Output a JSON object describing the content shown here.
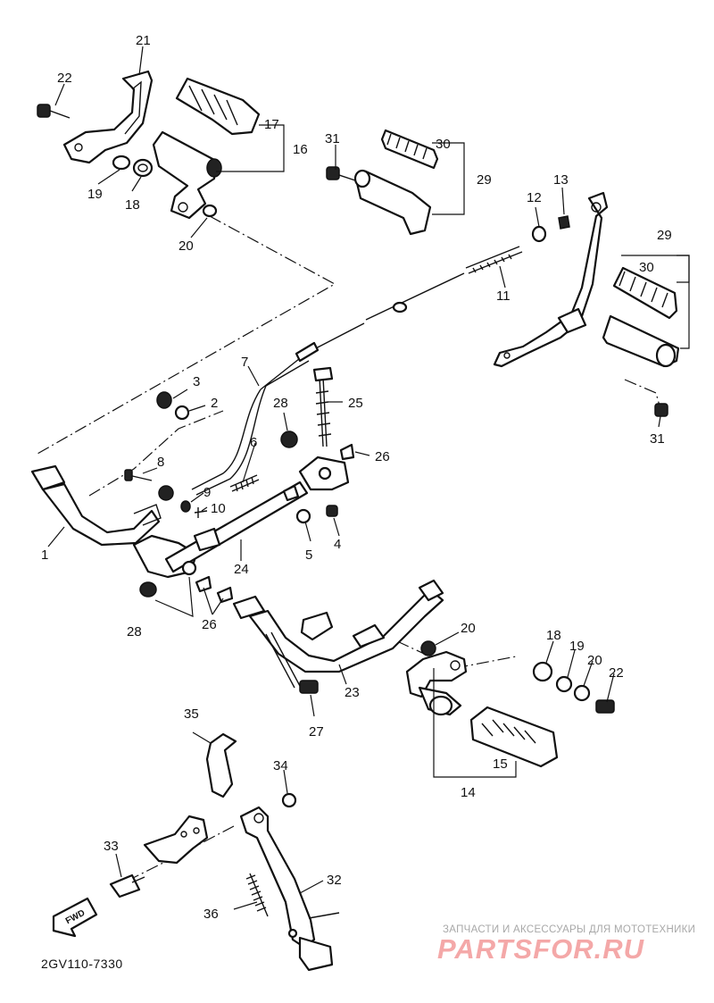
{
  "drawing_code": "2GV110-7330",
  "watermark": {
    "tagline": "ЗАПЧАСТИ И АКСЕССУАРЫ ДЛЯ МОТОТЕХНИКИ",
    "logo": "PARTSFOR.RU"
  },
  "fwd_label": "FWD",
  "callouts": {
    "c1": "1",
    "c2": "2",
    "c3": "3",
    "c4": "4",
    "c5": "5",
    "c6": "6",
    "c7": "7",
    "c8": "8",
    "c9": "9",
    "c10": "10",
    "c11": "11",
    "c12": "12",
    "c13": "13",
    "c14": "14",
    "c15": "15",
    "c16": "16",
    "c17": "17",
    "c18a": "18",
    "c18b": "18",
    "c19a": "19",
    "c19b": "19",
    "c20a": "20",
    "c20b": "20",
    "c20c": "20",
    "c21": "21",
    "c22a": "22",
    "c22b": "22",
    "c23": "23",
    "c24": "24",
    "c25": "25",
    "c26a": "26",
    "c26b": "26",
    "c27": "27",
    "c28a": "28",
    "c28b": "28",
    "c29a": "29",
    "c29b": "29",
    "c30a": "30",
    "c30b": "30",
    "c31a": "31",
    "c31b": "31",
    "c32": "32",
    "c33": "33",
    "c34": "34",
    "c35": "35",
    "c36": "36"
  }
}
